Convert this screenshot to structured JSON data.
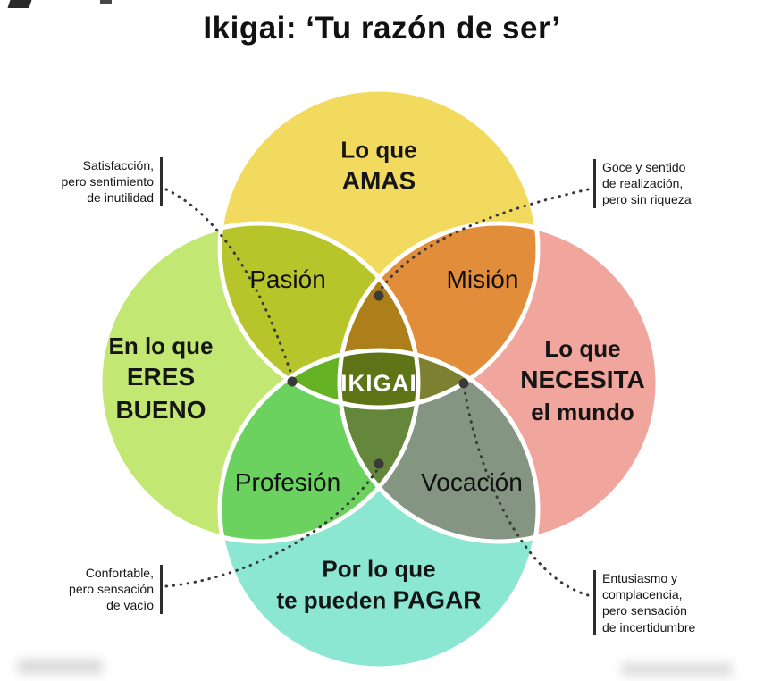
{
  "title": "Ikigai: ‘Tu razón de ser’",
  "center_label": "IKIGAI",
  "circles": {
    "love": {
      "line1": "Lo que",
      "line2": "AMAS",
      "color": "#f1da5e"
    },
    "good": {
      "line1": "En lo que",
      "line2": "ERES",
      "line3": "BUENO",
      "color": "#c2e773"
    },
    "world": {
      "line1": "Lo que",
      "line2": "NECESITA",
      "line3": "el mundo",
      "color": "#f0a59d"
    },
    "paid": {
      "line1": "Por lo que",
      "line2a": "te pueden",
      "line2b": "PAGAR",
      "color": "#8ce7d2"
    }
  },
  "overlaps": {
    "passion": "Pasión",
    "mission": "Misión",
    "profession": "Profesión",
    "vocation": "Vocación"
  },
  "annotations": {
    "satisfaction": {
      "lines": [
        "Satisfacción,",
        "pero sentimiento",
        "de inutilidad"
      ]
    },
    "delight": {
      "lines": [
        "Goce y sentido",
        "de realización,",
        "pero sin riqueza"
      ]
    },
    "comfort": {
      "lines": [
        "Confortable,",
        "pero sensación",
        "de vacío"
      ]
    },
    "excitement": {
      "lines": [
        "Entusiasmo y",
        "complacencia,",
        "pero sensación",
        "de incertidumbre"
      ]
    }
  },
  "colors": {
    "connector": "#3a3a3a",
    "ring": "#ffffff"
  }
}
